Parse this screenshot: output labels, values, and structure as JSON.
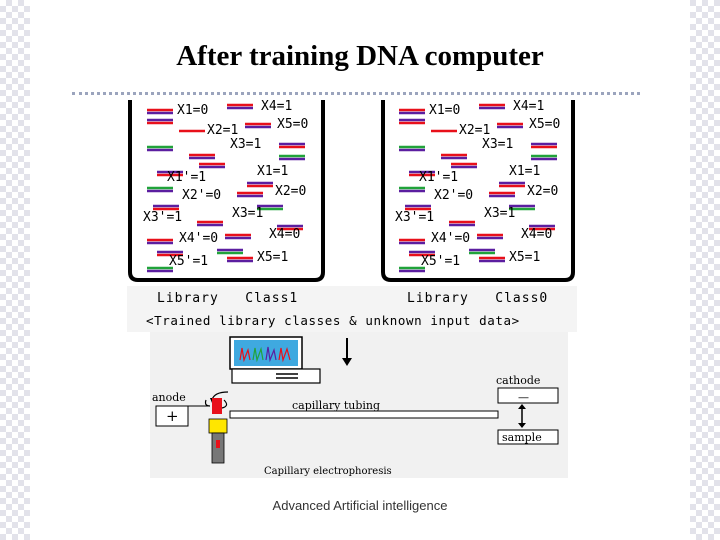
{
  "title": "After training DNA computer",
  "footer": "Advanced Artificial intelligence",
  "left_tube": {
    "label": "Library   Class1",
    "equations": [
      "X1=0",
      "X4=1",
      "X2=1",
      "X5=0",
      "X3=1",
      "X1'=1",
      "X1=1",
      "X2'=0",
      "X2=0",
      "X3'=1",
      "X3=1",
      "X4'=0",
      "X4=0",
      "X5'=1",
      "X5=1"
    ]
  },
  "right_tube": {
    "label": "Library   Class0",
    "equations": [
      "X1=0",
      "X4=1",
      "X2=1",
      "X5=0",
      "X3=1",
      "X1'=1",
      "X1=1",
      "X2'=0",
      "X2=0",
      "X3'=1",
      "X3=1",
      "X4'=0",
      "X4=0",
      "X5'=1",
      "X5=1"
    ]
  },
  "caption": "<Trained library classes & unknown input data>",
  "electrophoresis": {
    "anode": "anode",
    "plus": "+",
    "cathode": "cathode",
    "minus": "—",
    "tubing": "capillary tubing",
    "sample": "sample",
    "caption": "Capillary electrophoresis"
  },
  "colors": {
    "red": "#e8101a",
    "purple": "#5b1ea0",
    "green": "#21a33a",
    "tube": "#000000",
    "rule": "#9ba4bd"
  }
}
